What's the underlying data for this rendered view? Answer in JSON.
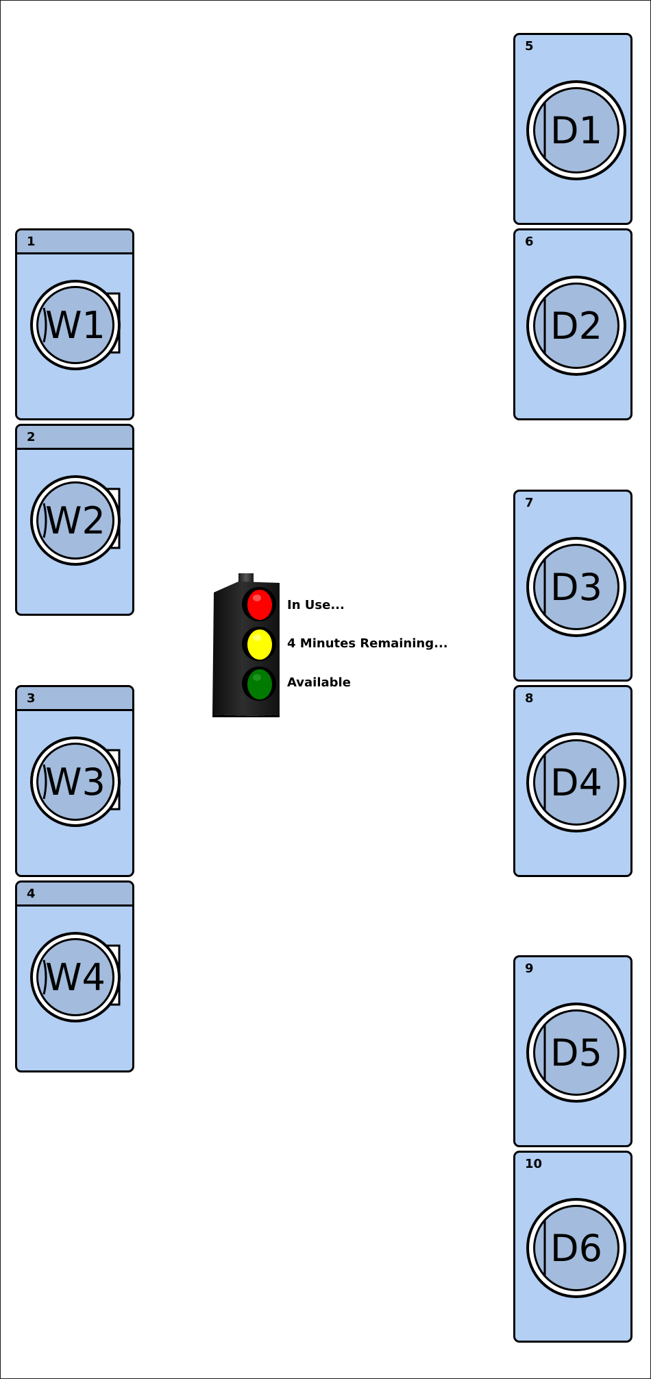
{
  "washers": [
    {
      "number": "1",
      "label": "W1"
    },
    {
      "number": "2",
      "label": "W2"
    },
    {
      "number": "3",
      "label": "W3"
    },
    {
      "number": "4",
      "label": "W4"
    }
  ],
  "dryers": [
    {
      "number": "5",
      "label": "D1"
    },
    {
      "number": "6",
      "label": "D2"
    },
    {
      "number": "7",
      "label": "D3"
    },
    {
      "number": "8",
      "label": "D4"
    },
    {
      "number": "9",
      "label": "D5"
    },
    {
      "number": "10",
      "label": "D6"
    }
  ],
  "legend": {
    "in_use": "In Use...",
    "minutes_remaining": "4 Minutes Remaining...",
    "available": "Available"
  },
  "colors": {
    "machine_body": "#b3cff3",
    "machine_panel": "#a3bbdc",
    "light_red": "#ff0000",
    "light_yellow": "#ffff00",
    "light_green": "#007a00"
  },
  "icons": {
    "legend": "traffic-light-icon"
  }
}
